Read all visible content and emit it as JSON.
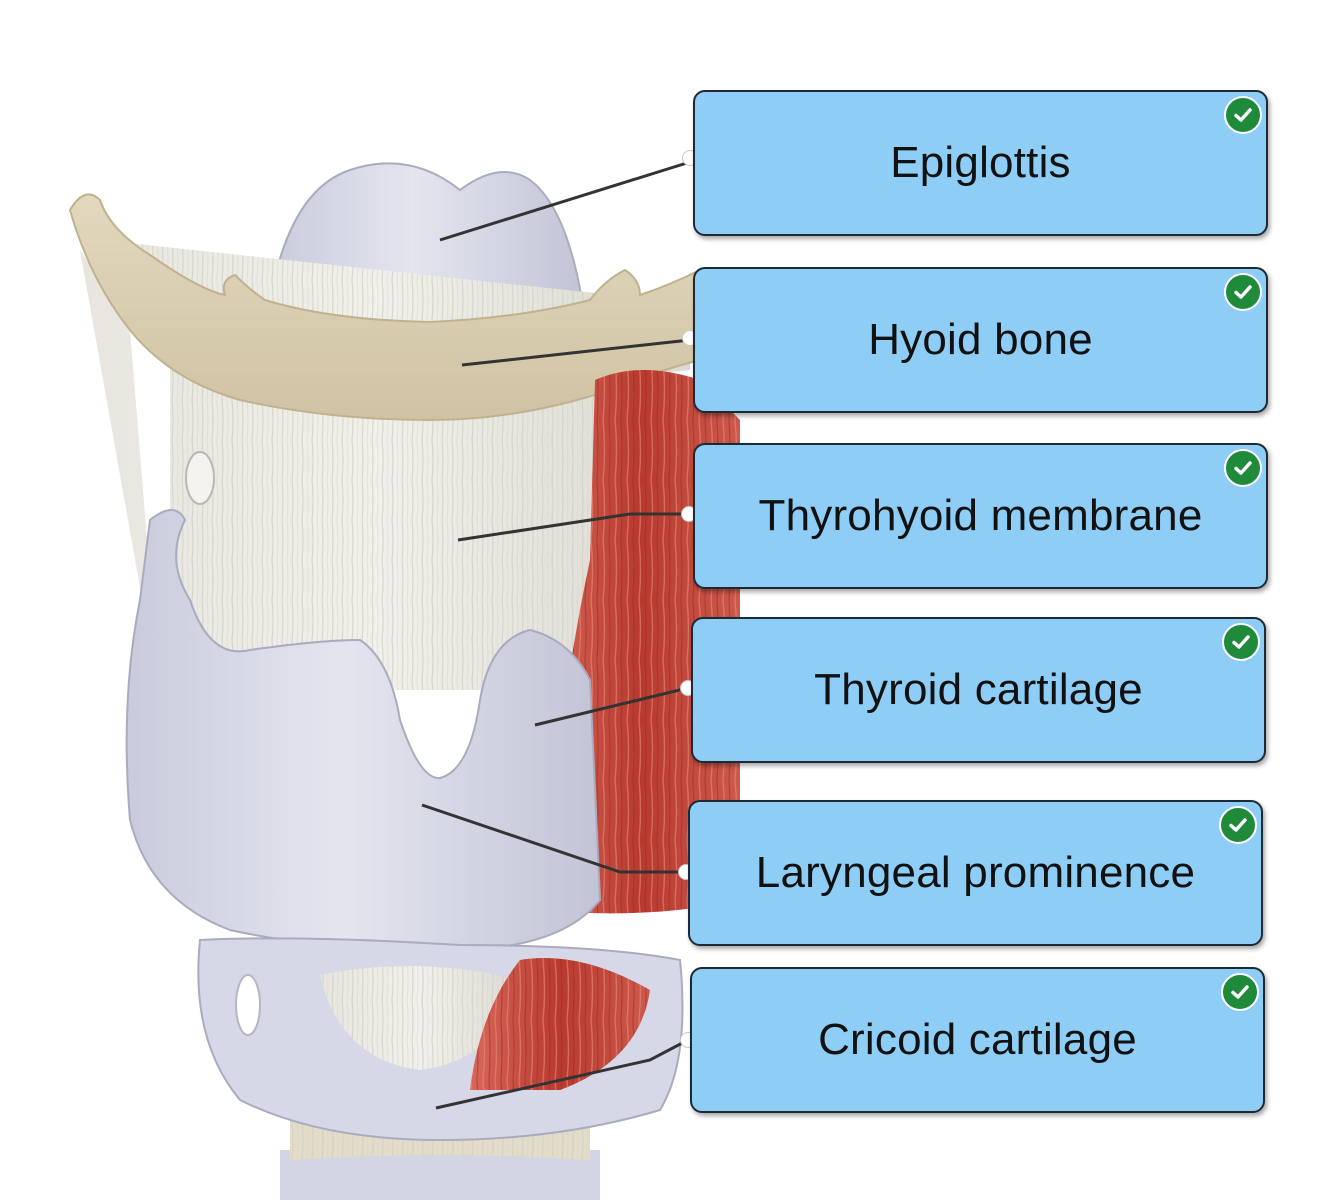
{
  "labels": [
    {
      "id": "epiglottis",
      "text": "Epiglottis",
      "correct": true
    },
    {
      "id": "hyoid-bone",
      "text": "Hyoid bone",
      "correct": true
    },
    {
      "id": "thyrohyoid-membrane",
      "text": "Thyrohyoid membrane",
      "correct": true
    },
    {
      "id": "thyroid-cartilage",
      "text": "Thyroid cartilage",
      "correct": true
    },
    {
      "id": "laryngeal-prominence",
      "text": "Laryngeal prominence",
      "correct": true
    },
    {
      "id": "cricoid-cartilage",
      "text": "Cricoid cartilage",
      "correct": true
    }
  ],
  "icons": {
    "correct": "check-circle-icon"
  },
  "colors": {
    "label_fill": "#8ecdf6",
    "label_border": "#1d2a33",
    "check_green": "#1e8a3a",
    "cartilage": "#d9dbe8",
    "hyoid": "#d8ccae",
    "membrane": "#ecebe6",
    "muscle": "#bf4a3c"
  }
}
